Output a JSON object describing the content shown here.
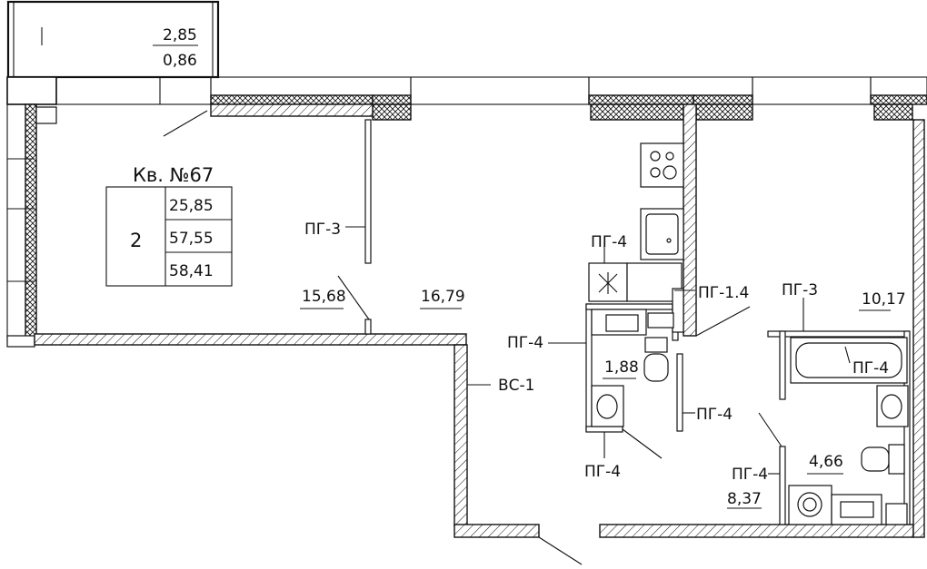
{
  "apartment": {
    "title": "Кв. №67",
    "rooms": "2",
    "living_area": "25,85",
    "total_area": "57,55",
    "total_area_with_balcony": "58,41"
  },
  "balcony": {
    "area": "2,85",
    "reduced_area": "0,86"
  },
  "room_areas": {
    "room_left": "15,68",
    "room_center": "16,79",
    "bathroom_small": "1,88",
    "room_right": "10,17",
    "bathroom_right": "4,66",
    "hall": "8,37"
  },
  "partition_labels": {
    "pg3_left": "ПГ-3",
    "pg4_kitchen": "ПГ-4",
    "pg1_4": "ПГ-1.4",
    "pg3_right": "ПГ-3",
    "pg4_bath_left": "ПГ-4",
    "vs1": "ВС-1",
    "pg4_bath_right": "ПГ-4",
    "pg4_corridor": "ПГ-4",
    "pg4_bath_bottom": "ПГ-4",
    "pg4_hall": "ПГ-4"
  }
}
